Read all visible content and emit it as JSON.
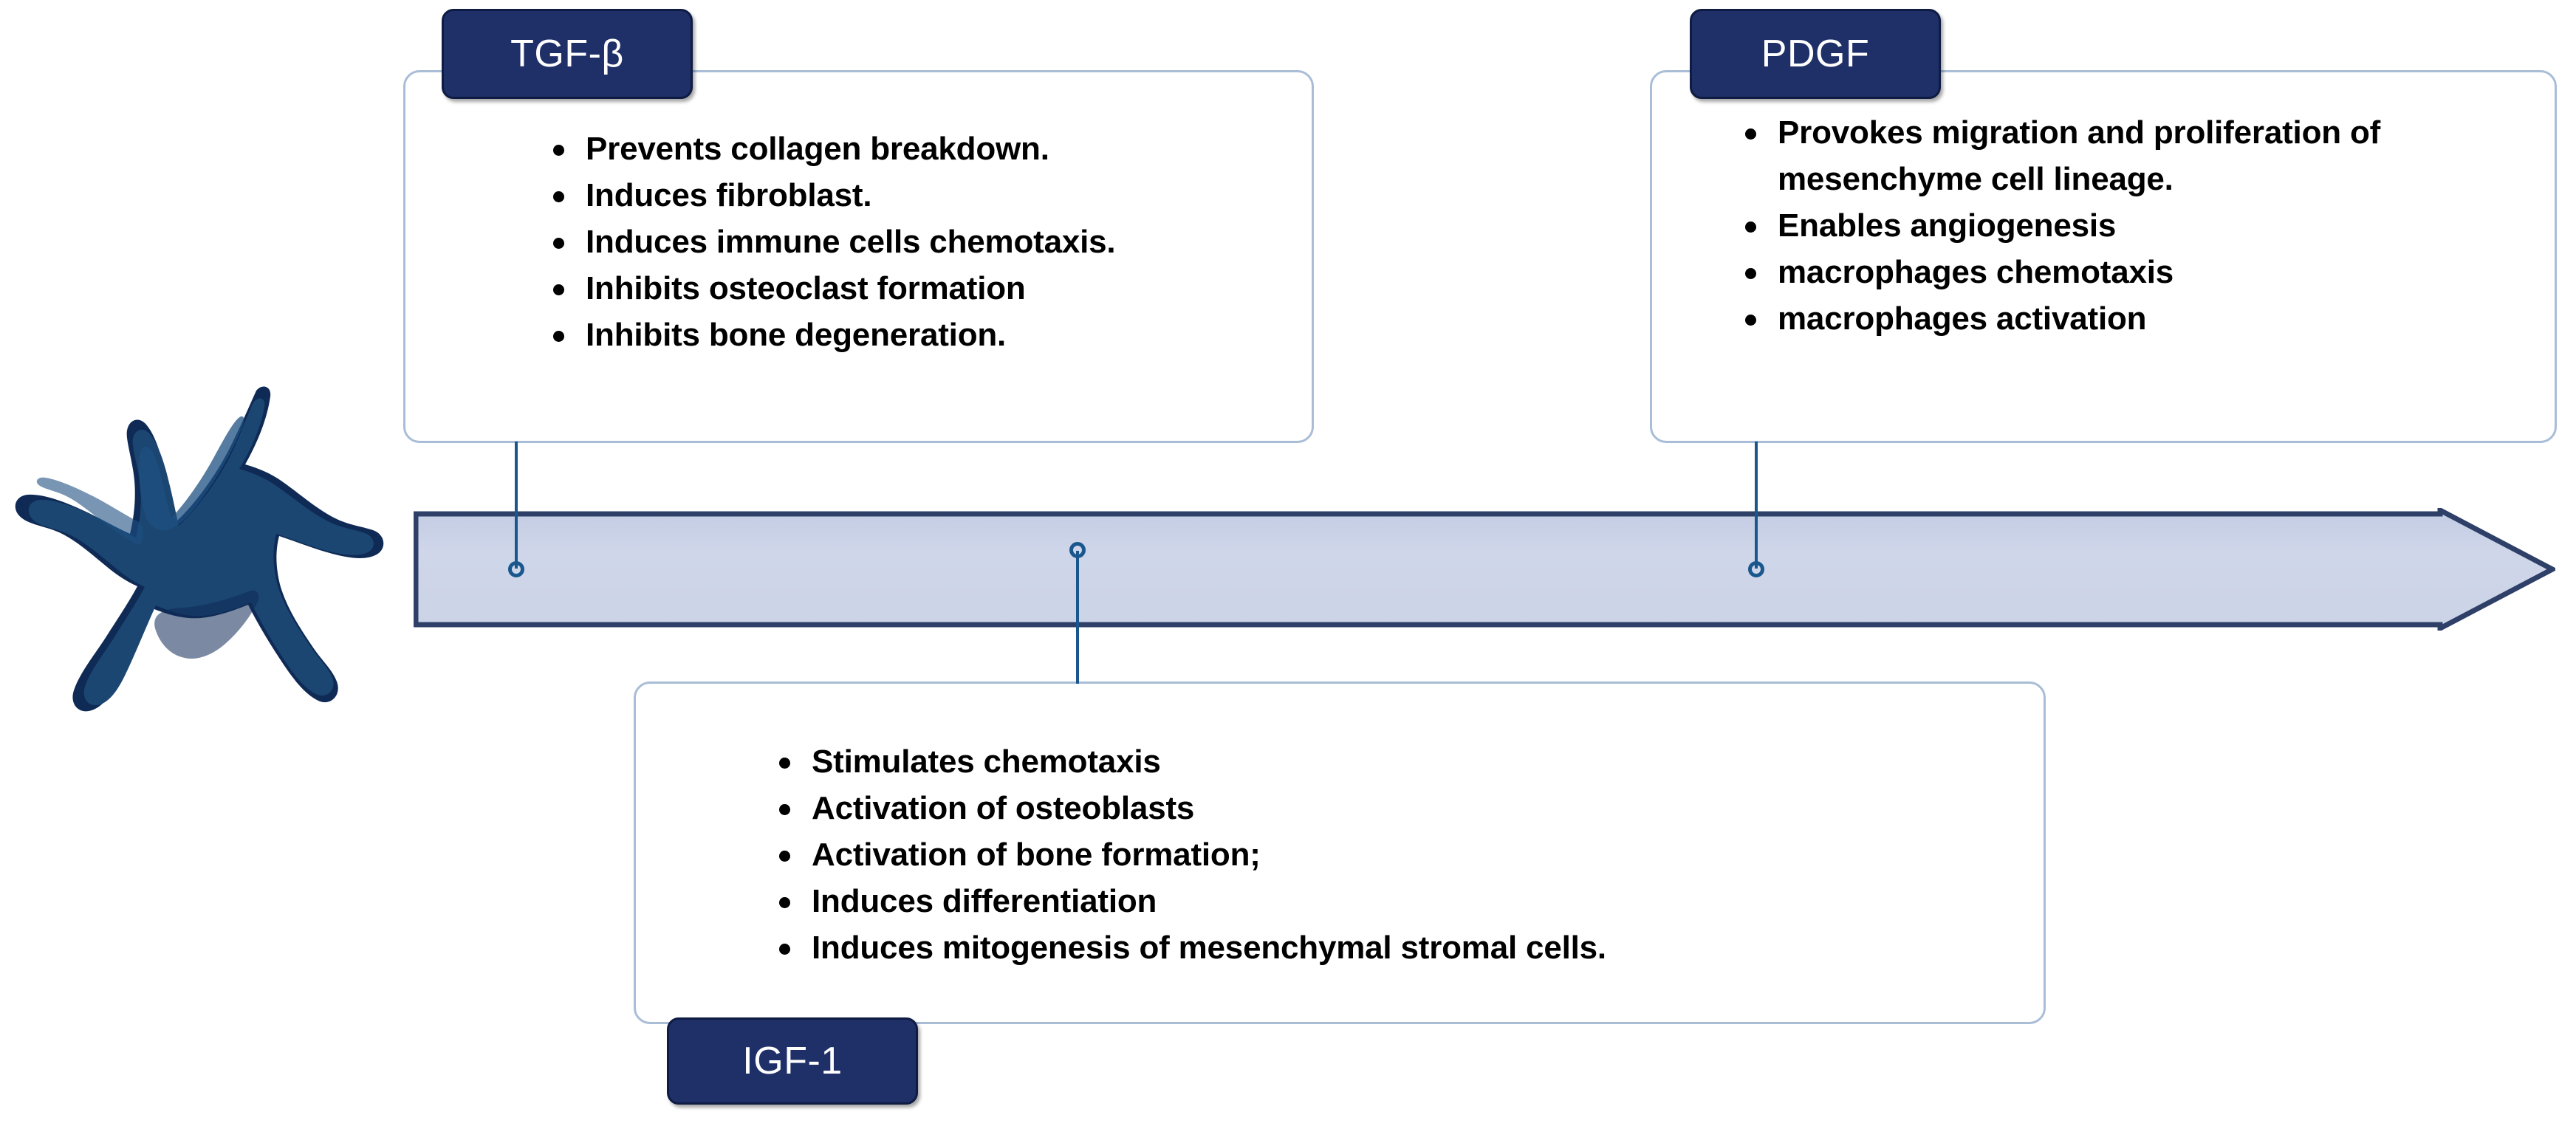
{
  "diagram": {
    "title": "Growth factors released by the cell along a timeline arrow",
    "colors": {
      "badge_fill": "#1F3069",
      "badge_border": "#0E1B42",
      "badge_text": "#FFFFFF",
      "box_border": "#A9BDD6",
      "box_fill": "#FFFFFF",
      "arrow_fill": "#CCD4E8",
      "arrow_border": "#2E3F68",
      "connector": "#19578C",
      "cell_dark": "#0E2A55",
      "cell_mid": "#1B4672",
      "cell_light": "#1E4E7E",
      "bullet_text": "#000000"
    }
  },
  "cell": {
    "name": "osteocyte-cell-illustration"
  },
  "arrow": {
    "name": "timeline-arrow",
    "direction": "right"
  },
  "nodes": [
    {
      "id": "tgfb",
      "badge_label": "TGF-β",
      "bullets": [
        "Prevents collagen breakdown.",
        "Induces fibroblast.",
        "Induces immune cells chemotaxis.",
        "Inhibits osteoclast formation",
        "Inhibits bone degeneration."
      ]
    },
    {
      "id": "pdgf",
      "badge_label": "PDGF",
      "bullets": [
        "Provokes migration and proliferation of mesenchyme cell lineage.",
        "Enables angiogenesis",
        "macrophages chemotaxis",
        "macrophages activation"
      ]
    },
    {
      "id": "igf1",
      "badge_label": "IGF-1",
      "bullets": [
        "Stimulates chemotaxis",
        "Activation of osteoblasts",
        "Activation of bone formation;",
        "Induces differentiation",
        "Induces mitogenesis of mesenchymal stromal cells."
      ]
    }
  ]
}
